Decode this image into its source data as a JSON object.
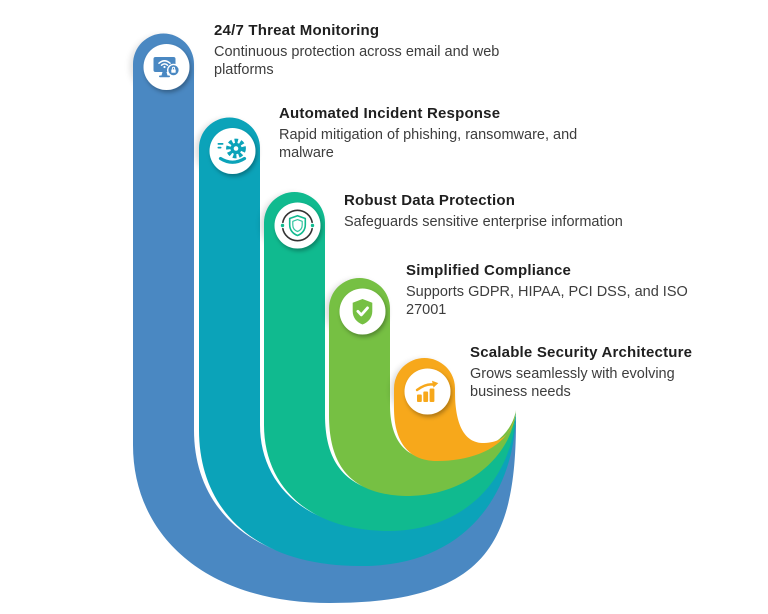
{
  "infographic": {
    "items": [
      {
        "title": "24/7 Threat Monitoring",
        "description": "Continuous protection across email and web\nplatforms",
        "color": "#4A88C2",
        "icon": "monitor-shield-icon"
      },
      {
        "title": "Automated Incident Response",
        "description": "Rapid mitigation of phishing, ransomware, and\nmalware",
        "color": "#0BA3B9",
        "icon": "gear-hand-icon"
      },
      {
        "title": "Robust Data Protection",
        "description": "Safeguards sensitive enterprise information",
        "color": "#10BA8F",
        "icon": "shield-arcs-icon"
      },
      {
        "title": "Simplified Compliance",
        "description": "Supports GDPR, HIPAA, PCI DSS, and ISO\n27001",
        "color": "#76C043",
        "icon": "shield-check-icon"
      },
      {
        "title": "Scalable Security Architecture",
        "description": "Grows seamlessly with evolving\nbusiness needs",
        "color": "#F7A81B",
        "icon": "growth-bars-icon"
      }
    ],
    "background_color": "#FFFFFF",
    "icon_circle_color": "#FFFFFF",
    "arc_detail_color": "#333333",
    "text": {
      "title_color": "#1F1F1F",
      "description_color": "#3D3D3D"
    }
  }
}
